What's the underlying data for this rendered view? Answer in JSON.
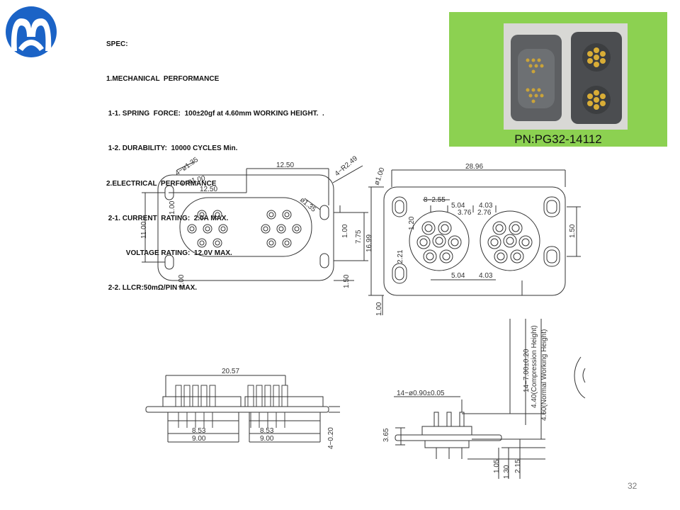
{
  "spec": {
    "lines": [
      "SPEC:",
      "1.MECHANICAL  PERFORMANCE",
      " 1-1. SPRING  FORCE:  100±20gf at 4.60mm WORKING HEIGHT.  .",
      " 1-2. DURABILITY:  10000 CYCLES Min.",
      "2.ELECTRICAL  PERFORMANCE",
      " 2-1. CURRENT  RATING:  2.0A MAX.",
      "          VOLTAGE RATING:  12.0V MAX.",
      " 2-2. LLCR:50mΩ/PIN MAX."
    ]
  },
  "photo": {
    "part_number": "PN:PG32-14112"
  },
  "page_number": "32",
  "colors": {
    "logo_blue": "#1b63c6",
    "photo_panel": "#8cd151"
  },
  "dims": {
    "top_left": {
      "d12_50_top": "12.50",
      "r2_49": "4−R2.49",
      "phi1_35": "4−ø1.35",
      "phi1_00": "4−ø1.00",
      "d12_50_inner": "12.50",
      "d1_00_a": "1.00",
      "d11_00": "11.00",
      "phi1_35b": "ø1.35",
      "d1_00_b": "1.00",
      "d7_75": "7.75",
      "d1_00_c": "1.00",
      "d1_50": "1.50"
    },
    "top_right": {
      "phi1_00": "ø1.00",
      "d28_96": "28.96",
      "pins8": "8−2.55",
      "d5_04": "5.04",
      "d4_03": "4.03",
      "d3_76": "3.76",
      "d2_76": "2.76",
      "d1_20": "1.20",
      "d2_21": "2.21",
      "d16_99": "16.99",
      "d1_50": "1.50",
      "d5_04b": "5.04",
      "d4_03b": "4.03",
      "d1_00": "1.00"
    },
    "bottom_left": {
      "d20_57": "20.57",
      "d8_53a": "8.53",
      "d9_00a": "9.00",
      "d8_53b": "8.53",
      "d9_00b": "9.00",
      "d4_0_20": "4−0.20"
    },
    "bottom_right": {
      "pin_dia": "14−ø0.90±0.05",
      "d3_65": "3.65",
      "compress": "14−7.00±0.20",
      "compress_note": "4.40(Compression Height)",
      "working": "4.60(Normal Working Height)",
      "d1_05": "1.05",
      "d1_30": "1.30",
      "d2_15": "2.15"
    }
  }
}
